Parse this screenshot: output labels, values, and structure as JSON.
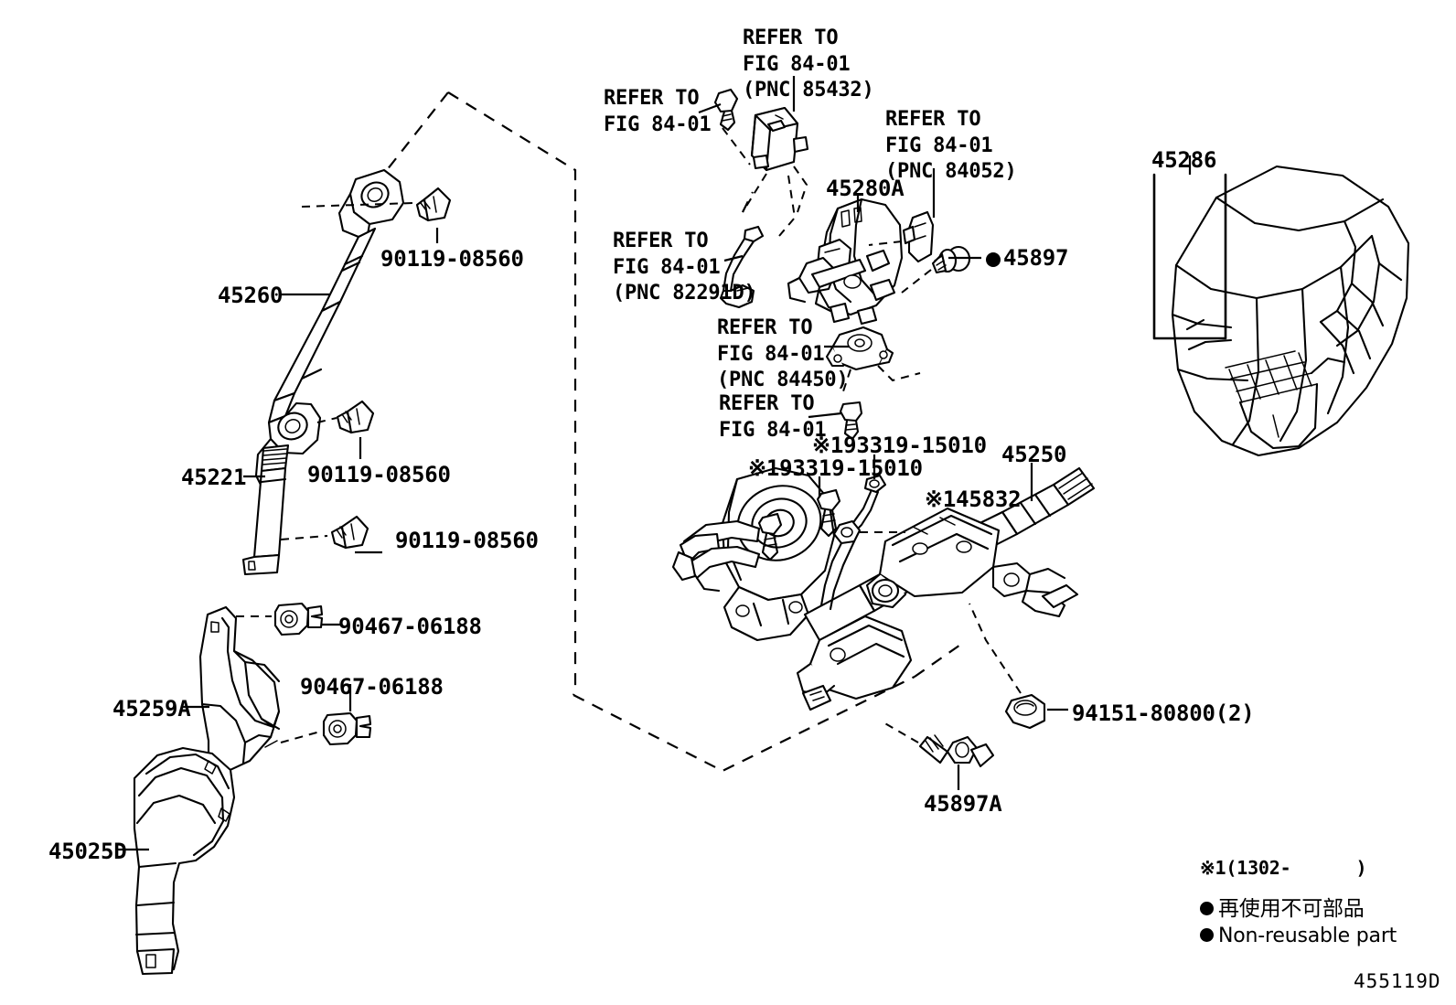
{
  "diagram": {
    "number": "455119D",
    "type": "toyota-parts-catalog-steering-column",
    "legend": {
      "note_mark": "※1",
      "note_range": "(1302-      )",
      "nonreusable_jp": "再使用不可部品",
      "nonreusable_en": "Non-reusable part",
      "bullet": "●"
    }
  },
  "labels": {
    "l_90119_a": "90119-08560",
    "l_45260": "45260",
    "l_90119_b": "90119-08560",
    "l_45221": "45221",
    "l_90119_c": "90119-08560",
    "l_90467_a": "90467-06188",
    "l_90467_b": "90467-06188",
    "l_45259a": "45259A",
    "l_45025d": "45025D",
    "refer_85432": "REFER TO\nFIG 84-01\n(PNC 85432)",
    "refer_plain_top": "REFER TO\nFIG 84-01",
    "refer_82291d": "REFER TO\nFIG 84-01\n(PNC 82291D)",
    "refer_84052": "REFER TO\nFIG 84-01\n(PNC 84052)",
    "refer_84450": "REFER TO\nFIG 84-01\n(PNC 84450)",
    "refer_plain_bottom": "REFER TO\nFIG 84-01",
    "l_45280a": "45280A",
    "l_45897": "45897",
    "l_45286": "45286",
    "l_93319_a": "※193319-15010",
    "l_93319_b": "※193319-15010",
    "l_45832": "※145832",
    "l_45250": "45250",
    "l_94151": "94151-80800(2)",
    "l_45897a": "45897A"
  },
  "colors": {
    "ink": "#000000",
    "paper": "#ffffff"
  }
}
